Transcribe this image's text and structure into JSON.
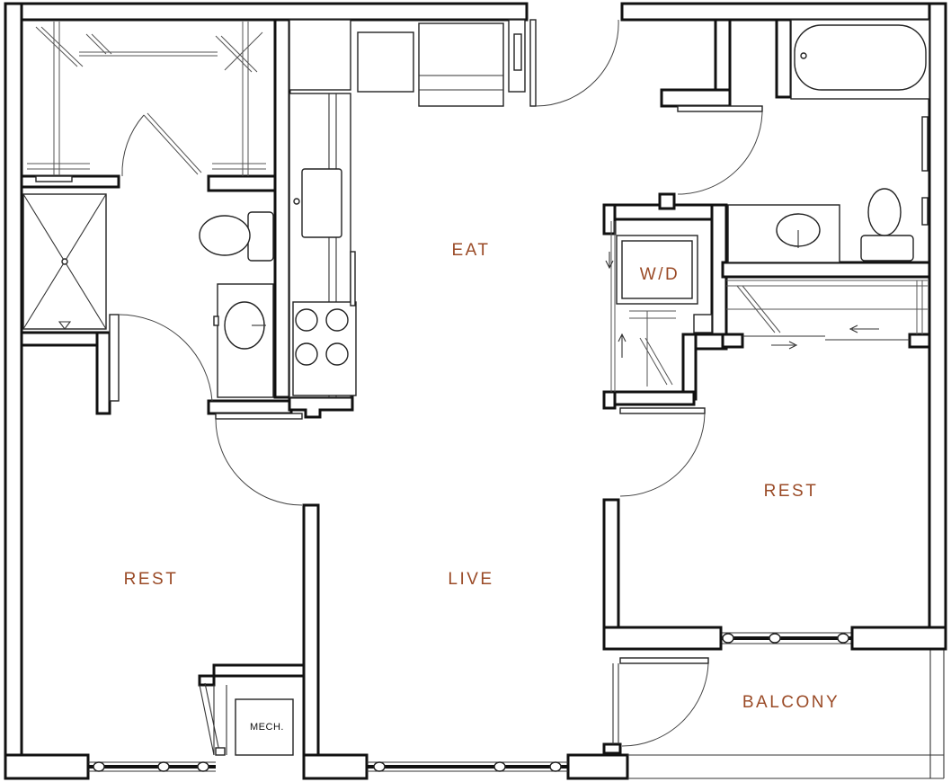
{
  "plan": {
    "label_color": "#9a4a26",
    "line_color": "#111111",
    "rooms": {
      "eat": "EAT",
      "live": "LIVE",
      "rest_left": "REST",
      "rest_right": "REST",
      "balcony": "BALCONY",
      "laundry": "W/D",
      "mech": "MECH."
    }
  }
}
